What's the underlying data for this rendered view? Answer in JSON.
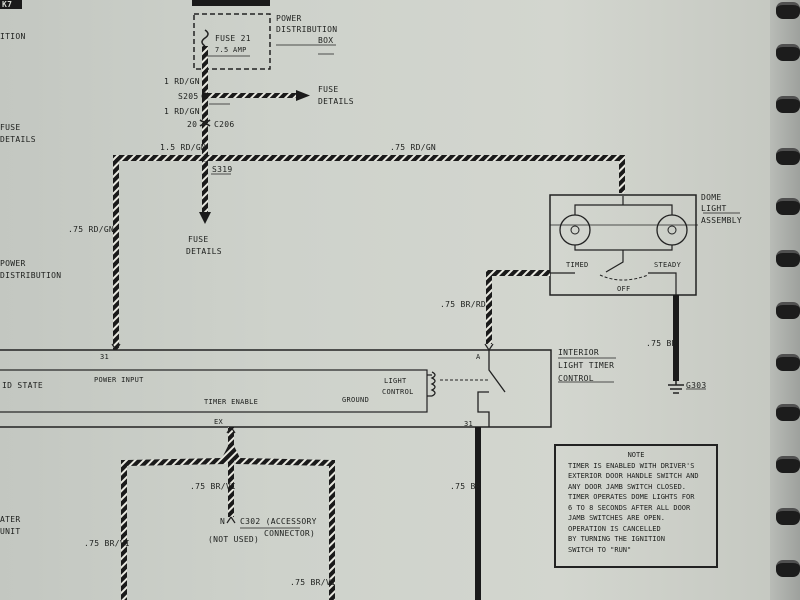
{
  "header": {
    "corner_tag": "K7",
    "top_left_text": "ITION",
    "top_block": ""
  },
  "fuse": {
    "name": "FUSE 21",
    "rating": "7.5 AMP"
  },
  "power_distribution_box": {
    "line1": "POWER",
    "line2": "DISTRIBUTION",
    "line3": "BOX"
  },
  "wires": {
    "w1": "1 RD/GN",
    "w2": "1 RD/GN",
    "w3": "1.5 RD/GN",
    "w4": ".75 RD/GN",
    "w5": ".75 RD/GN",
    "w6": ".75 BR/RD",
    "w7": ".75 BR",
    "w8": ".75 BR",
    "w9": ".75 BR/VI",
    "w10": ".75 BR/VI",
    "w11": ".75 BR/VI"
  },
  "splices": {
    "s1": "S205",
    "s2": "S319",
    "c1": "C206",
    "c1_pin": "20"
  },
  "fuse_details": {
    "line1": "FUSE",
    "line2": "DETAILS"
  },
  "left_labels": {
    "fuse_details_1": "FUSE",
    "fuse_details_2": "DETAILS",
    "power_dist_1": "POWER",
    "power_dist_2": "DISTRIBUTION",
    "solid_state": "ID STATE",
    "water_1": "ATER",
    "water_2": "UNIT"
  },
  "dome_light": {
    "title1": "DOME",
    "title2": "LIGHT",
    "title3": "ASSEMBLY",
    "timed": "TIMED",
    "steady": "STEADY",
    "off": "OFF"
  },
  "ground": {
    "name": "G303"
  },
  "timer_control": {
    "title1": "INTERIOR",
    "title2": "LIGHT TIMER",
    "title3": "CONTROL",
    "power_input": "POWER INPUT",
    "timer_enable": "TIMER ENABLE",
    "light_control_1": "LIGHT",
    "light_control_2": "CONTROL",
    "ground_label": "GROUND",
    "pin_power": "31",
    "pin_a": "A",
    "pin_ex": "EX",
    "pin_31": "31"
  },
  "connector": {
    "pin": "N",
    "name": "C302 (ACCESSORY",
    "name2": "CONNECTOR)",
    "not_used": "(NOT USED)"
  },
  "note": {
    "title": "NOTE",
    "lines": [
      "TIMER IS ENABLED WITH DRIVER'S",
      "EXTERIOR DOOR HANDLE SWITCH AND",
      "ANY DOOR JAMB SWITCH CLOSED.",
      "TIMER OPERATES DOME LIGHTS FOR",
      "6 TO 8 SECONDS AFTER ALL DOOR",
      "JAMB SWITCHES ARE OPEN.",
      "OPERATION IS CANCELLED",
      "BY TURNING THE IGNITION",
      "SWITCH TO \"RUN\""
    ]
  }
}
